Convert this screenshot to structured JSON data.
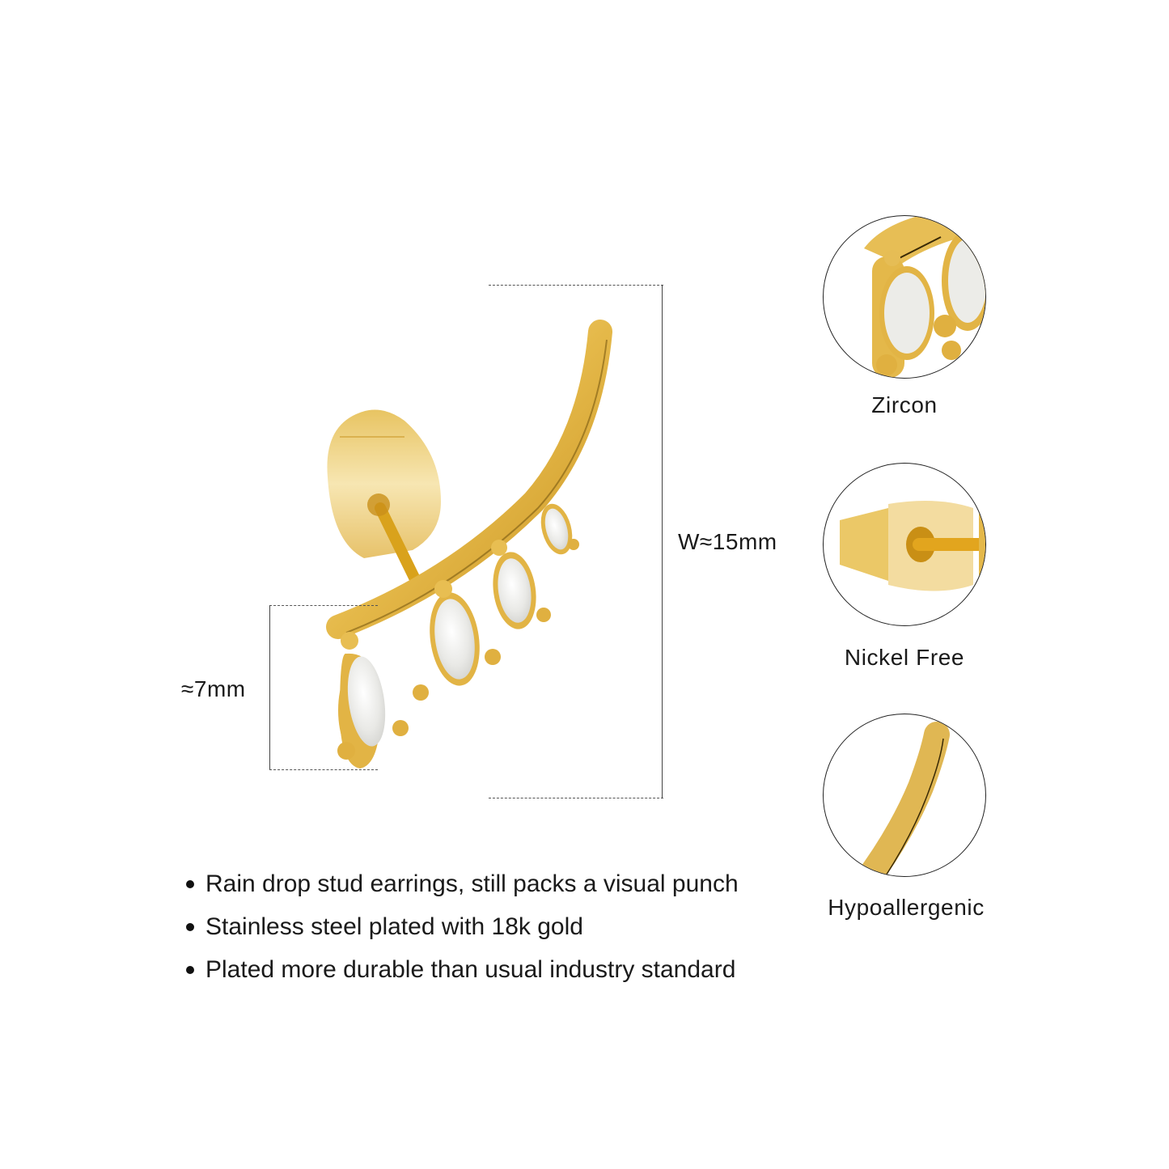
{
  "product": {
    "name": "Rain drop stud earrings",
    "colors": {
      "gold": "#E6B94A",
      "gold_light": "#F3D98A",
      "gold_dark": "#C99320",
      "zircon": "#EDEDEA",
      "line": "#444444"
    }
  },
  "dimensions": {
    "width_label": "W≈15mm",
    "height_label": "≈7mm"
  },
  "features": [
    {
      "label": "Zircon",
      "icon": "zircon-closeup-icon"
    },
    {
      "label": "Nickel Free",
      "icon": "earring-back-closeup-icon"
    },
    {
      "label": "Hypoallergenic",
      "icon": "gold-bar-closeup-icon"
    }
  ],
  "bullets": [
    "Rain drop stud earrings, still packs a visual punch",
    "Stainless steel plated with 18k gold",
    "Plated more durable than usual industry standard"
  ]
}
